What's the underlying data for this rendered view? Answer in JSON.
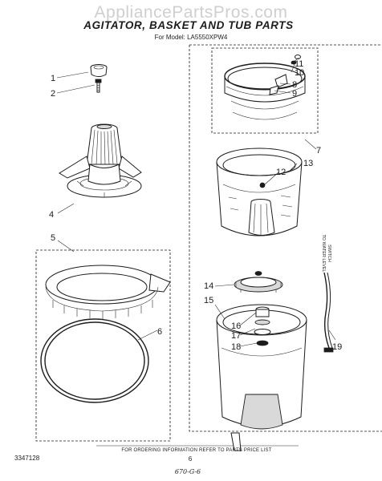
{
  "watermark": "AppliancePartsPros.com",
  "header": {
    "title": "AGITATOR, BASKET AND TUB PARTS",
    "model_line": "For Model: LA5550XPW4"
  },
  "callouts": [
    "1",
    "2",
    "4",
    "5",
    "6",
    "7",
    "8",
    "9",
    "10",
    "11",
    "12",
    "13",
    "14",
    "15",
    "16",
    "17",
    "18",
    "19"
  ],
  "side_note": {
    "line1": "TO WATER LEVEL",
    "line2": "SWITCH"
  },
  "footer": {
    "part_number": "3347128",
    "notice": "FOR ORDERING INFORMATION REFER TO PARTS PRICE LIST",
    "page_number": "6",
    "handwritten_date": "670-G-6"
  }
}
